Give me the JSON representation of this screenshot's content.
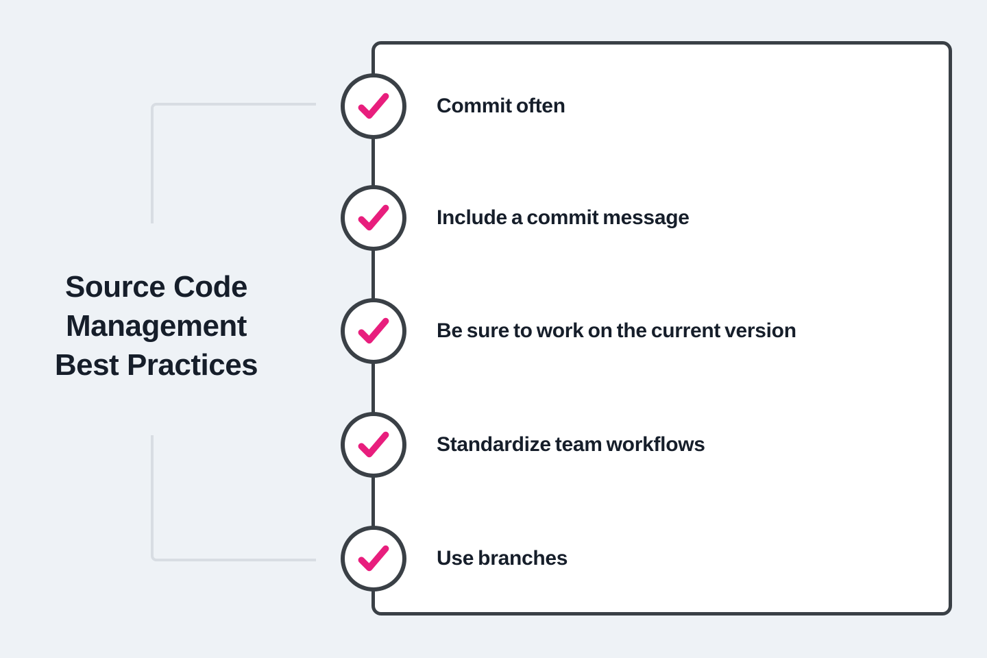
{
  "page": {
    "title_lines": [
      "Source Code",
      "Management",
      "Best Practices"
    ]
  },
  "checklist": {
    "items": [
      {
        "label": "Commit often"
      },
      {
        "label": "Include a commit message"
      },
      {
        "label": "Be sure to work on the current version"
      },
      {
        "label": "Standardize team workflows"
      },
      {
        "label": "Use branches"
      }
    ]
  },
  "icons": {
    "list_marker": "check-icon"
  },
  "colors": {
    "background": "#eef2f6",
    "card_background": "#ffffff",
    "outline": "#3a4046",
    "check": "#e81e7d",
    "text": "#161e2a",
    "bracket": "#d8dde3"
  }
}
